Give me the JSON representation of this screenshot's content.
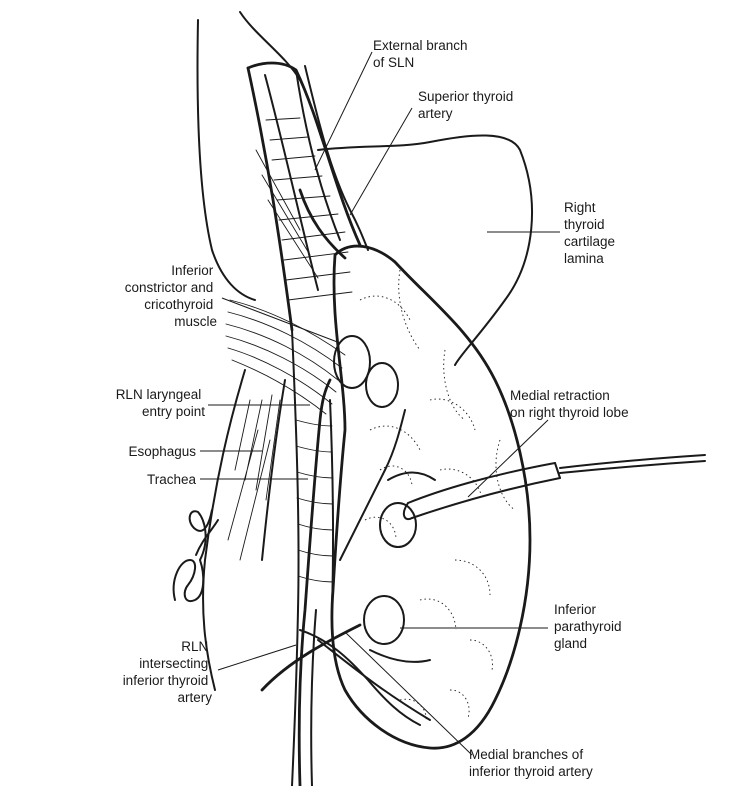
{
  "labels": {
    "external_branch_sln": [
      "External branch",
      "of SLN"
    ],
    "superior_thyroid_artery": [
      "Superior thyroid",
      "artery"
    ],
    "right_thyroid_cartilage_lamina": [
      "Right",
      "thyroid",
      "cartilage",
      "lamina"
    ],
    "inferior_constrictor": [
      "Inferior",
      "constrictor and",
      "cricothyroid",
      "muscle"
    ],
    "rln_laryngeal_entry": [
      "RLN laryngeal",
      "entry point"
    ],
    "esophagus": [
      "Esophagus"
    ],
    "trachea": [
      "Trachea"
    ],
    "medial_retraction": [
      "Medial retraction",
      "on right thyroid lobe"
    ],
    "inferior_parathyroid": [
      "Inferior",
      "parathyroid",
      "gland"
    ],
    "rln_intersecting": [
      "RLN",
      "intersecting",
      "inferior thyroid",
      "artery"
    ],
    "medial_branches": [
      "Medial branches of",
      "inferior thyroid artery"
    ]
  }
}
